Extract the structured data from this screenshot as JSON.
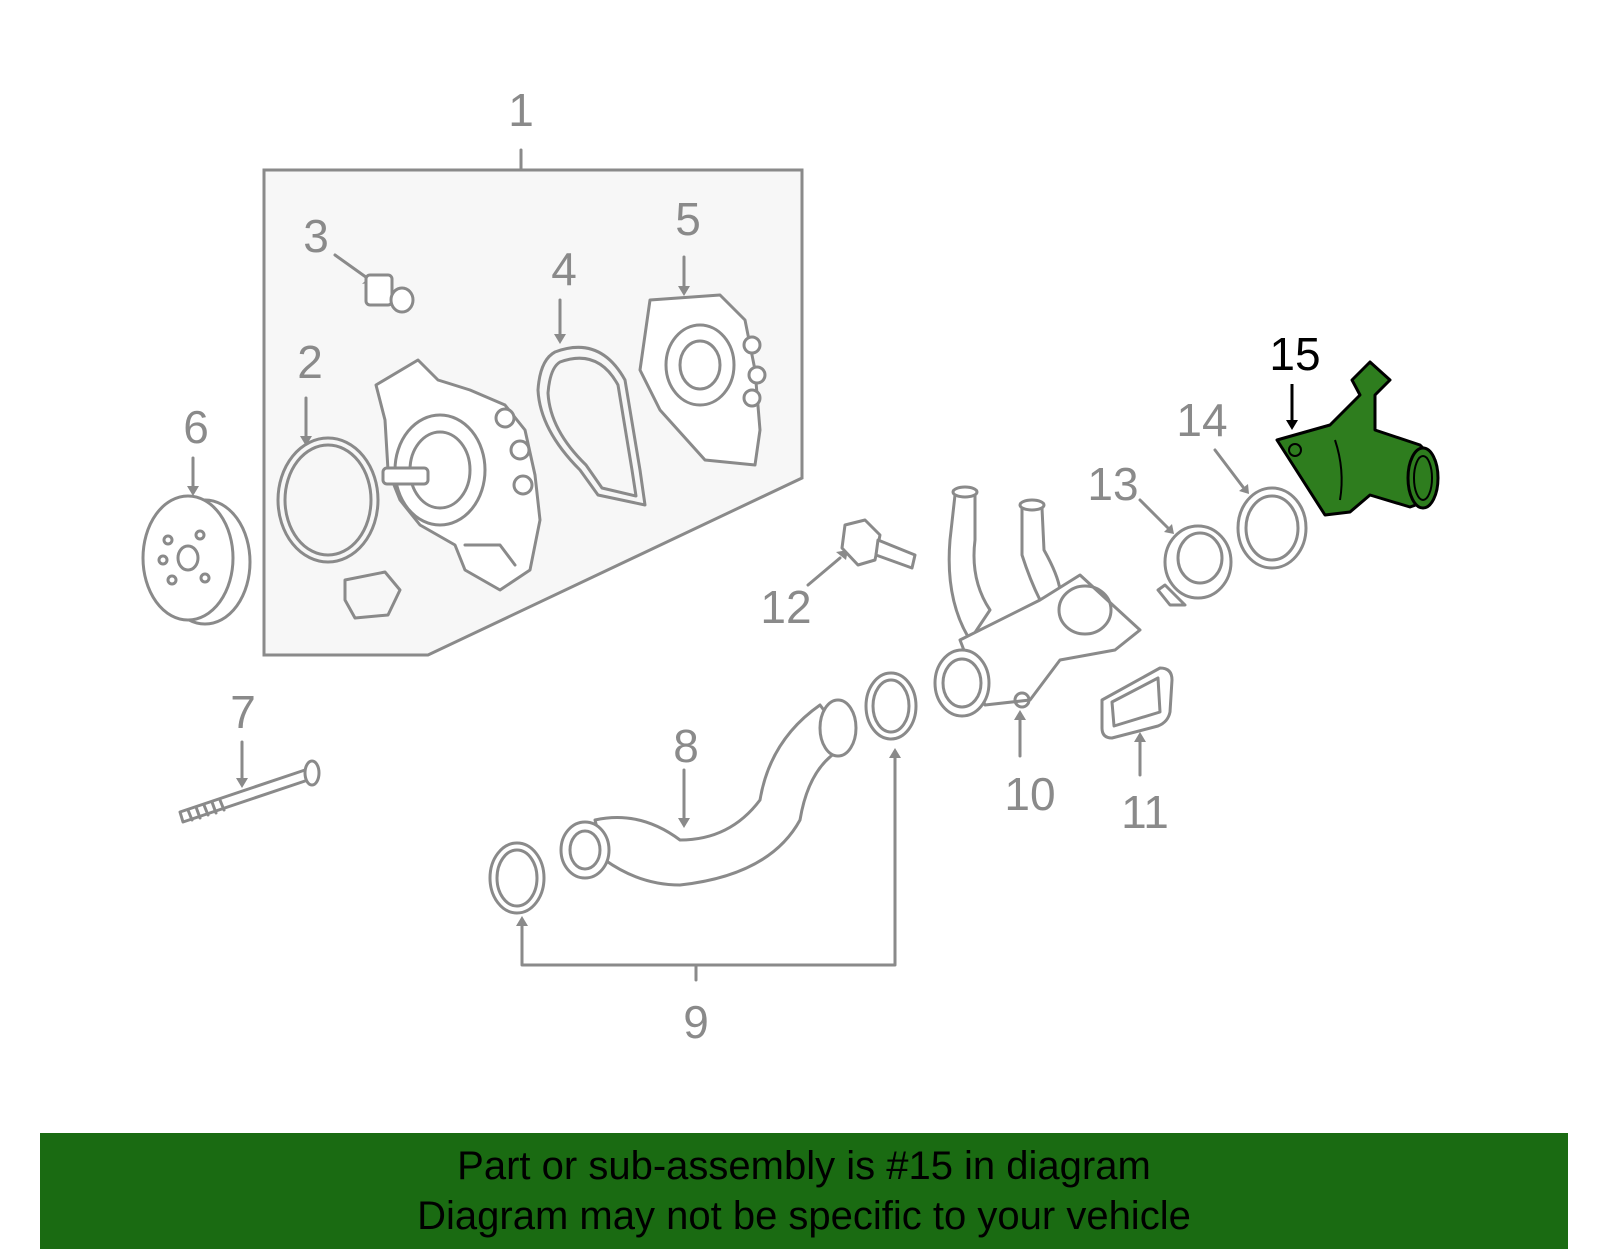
{
  "callouts": {
    "c1": "1",
    "c2": "2",
    "c3": "3",
    "c4": "4",
    "c5": "5",
    "c6": "6",
    "c7": "7",
    "c8": "8",
    "c9": "9",
    "c10": "10",
    "c11": "11",
    "c12": "12",
    "c13": "13",
    "c14": "14",
    "c15": "15"
  },
  "highlighted_part": "15",
  "colors": {
    "highlight": "#2e7d1e",
    "banner": "#1a6b12",
    "line": "#8a8a8a",
    "kit_box": "#f7f7f7"
  },
  "banner": {
    "line1": "Part or sub-assembly is #15 in diagram",
    "line2": "Diagram may not be specific to your vehicle"
  }
}
